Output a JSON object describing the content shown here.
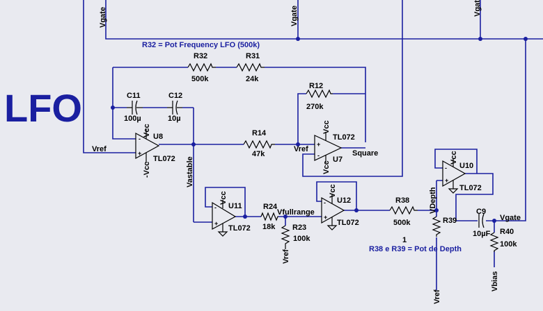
{
  "title": "LFO",
  "notes": {
    "r32_note": "R32 = Pot Frequency LFO (500k)",
    "pot_depth_note": "R38 e R39 = Pot de Depth",
    "pot_index": "1"
  },
  "nets": {
    "vgate": "Vgate",
    "vref": "Vref",
    "vastable": "Vastable",
    "vfullrange": "Vfullrange",
    "vdepth": "VDepth",
    "vbias": "Vbias",
    "square": "Square",
    "vcc": "Vcc",
    "neg_vcc": "-Vcc"
  },
  "components": {
    "R32": {
      "name": "R32",
      "value": "500k"
    },
    "R31": {
      "name": "R31",
      "value": "24k"
    },
    "R12": {
      "name": "R12",
      "value": "270k"
    },
    "R14": {
      "name": "R14",
      "value": "47k"
    },
    "R24": {
      "name": "R24",
      "value": "18k"
    },
    "R23": {
      "name": "R23",
      "value": "100k"
    },
    "R38": {
      "name": "R38",
      "value": "500k"
    },
    "R39": {
      "name": "R39",
      "value": ""
    },
    "R40": {
      "name": "R40",
      "value": "100k"
    },
    "C11": {
      "name": "C11",
      "value": "100µ"
    },
    "C12": {
      "name": "C12",
      "value": "10µ"
    },
    "C9": {
      "name": "C9",
      "value": "10µF"
    },
    "U8": {
      "name": "U8",
      "model": "TL072"
    },
    "U7": {
      "name": "U7",
      "model": "TL072"
    },
    "U11": {
      "name": "U11",
      "model": "TL072"
    },
    "U12": {
      "name": "U12",
      "model": "TL072"
    },
    "U10": {
      "name": "U10",
      "model": "TL072"
    }
  }
}
